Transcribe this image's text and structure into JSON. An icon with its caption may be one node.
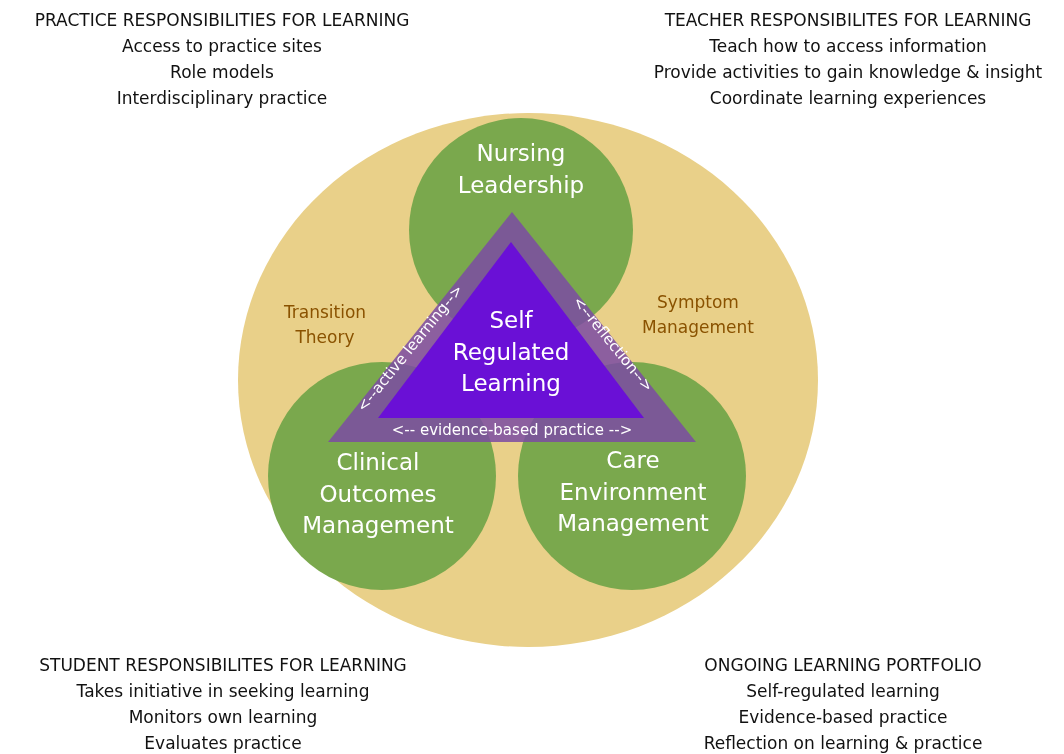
{
  "diagram": {
    "nodes": [
      {
        "text": [
          "Transition Theory",
          "Symptom Management"
        ]
      },
      {
        "text": [
          "Nursing Leadership"
        ],
        "in": 0
      },
      {
        "text": [
          "Clinical Outcomes Management"
        ],
        "in": 0
      },
      {
        "text": [
          "Care Environment Management"
        ],
        "in": 0
      },
      {
        "text": [
          "<--active learning-->",
          "<--reflection-->",
          "<-- evidence-based practice -->"
        ],
        "in": 0
      },
      {
        "text": [
          "Self Regulated Learning"
        ],
        "in": 4
      }
    ],
    "edges": [],
    "labels": [
      "PRACTICE RESPONSIBILITIES FOR LEARNING",
      "Access to practice sites",
      "Role models",
      "Interdisciplinary practice",
      "TEACHER RESPONSIBILITES FOR LEARNING",
      "Teach how to access information",
      "Provide activities to gain knowledge & insight",
      "Coordinate learning experiences",
      "STUDENT RESPONSIBILITES FOR LEARNING",
      "Takes initiative in seeking learning",
      "Monitors own learning",
      "Evaluates practice",
      "ONGOING LEARNING PORTFOLIO",
      "Self-regulated learning",
      "Evidence-based practice",
      "Reflection on learning & practice"
    ]
  }
}
